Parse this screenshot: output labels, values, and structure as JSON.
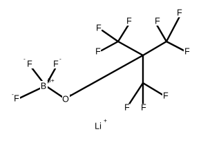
{
  "structure": {
    "atoms": {
      "boron": {
        "symbol": "B",
        "charge": "3+"
      },
      "oxygen": {
        "symbol": "O",
        "charge": "-"
      },
      "f_boron_1": {
        "symbol": "F",
        "charge": "-"
      },
      "f_boron_2": {
        "symbol": "F",
        "charge": "-"
      },
      "f_boron_3": {
        "symbol": "F",
        "charge": "-"
      },
      "f_cf3_top_1": {
        "symbol": "F",
        "charge": ""
      },
      "f_cf3_top_2": {
        "symbol": "F",
        "charge": ""
      },
      "f_cf3_top_3": {
        "symbol": "F",
        "charge": ""
      },
      "f_cf3_right_1": {
        "symbol": "F",
        "charge": ""
      },
      "f_cf3_right_2": {
        "symbol": "F",
        "charge": ""
      },
      "f_cf3_right_3": {
        "symbol": "F",
        "charge": ""
      },
      "f_cf3_bottom_1": {
        "symbol": "F",
        "charge": ""
      },
      "f_cf3_bottom_2": {
        "symbol": "F",
        "charge": ""
      },
      "f_cf3_bottom_3": {
        "symbol": "F",
        "charge": ""
      },
      "lithium": {
        "symbol": "Li",
        "charge": "+"
      }
    }
  }
}
